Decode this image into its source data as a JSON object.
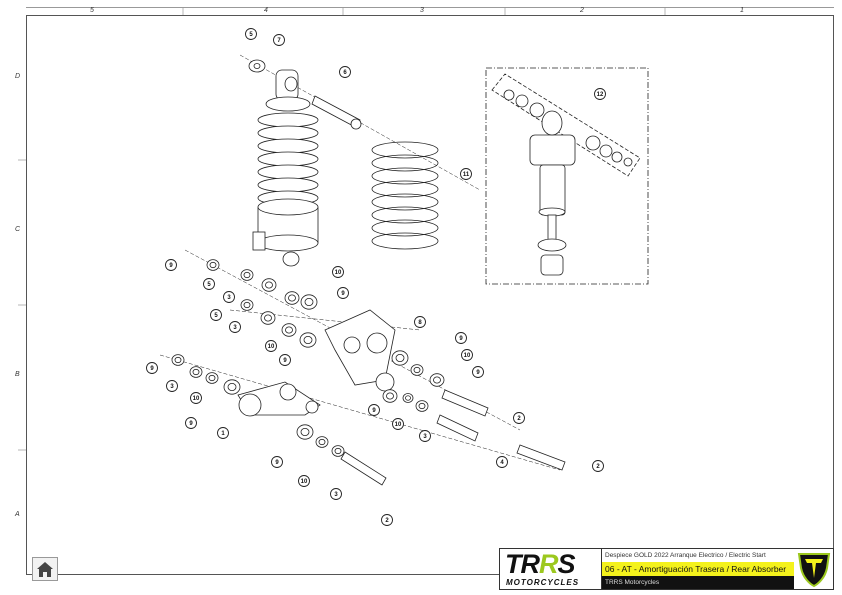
{
  "grid": {
    "columns": [
      "5",
      "4",
      "3",
      "2",
      "1"
    ],
    "rows": [
      "D",
      "C",
      "B",
      "A"
    ]
  },
  "callouts": [
    "5",
    "7",
    "6",
    "12",
    "11",
    "9",
    "5",
    "10",
    "3",
    "9",
    "5",
    "3",
    "8",
    "10",
    "9",
    "9",
    "10",
    "9",
    "3",
    "9",
    "10",
    "9",
    "9",
    "1",
    "10",
    "3",
    "2",
    "9",
    "4",
    "2",
    "10",
    "3",
    "2"
  ],
  "title_block": {
    "logo_main_1": "TR",
    "logo_main_2": "R",
    "logo_main_3": "S",
    "logo_sub": "MOTORCYCLES",
    "line1": "Despiece GOLD 2022 Arranque Electrico / Electric Start",
    "line2": "06 - AT - Amortiguación Trasera / Rear Absorber",
    "line3": "TRRS Motorcycles"
  },
  "colors": {
    "highlight": "#f4f21c",
    "brand_green": "#9cc81e",
    "dark": "#111111"
  },
  "icons": {
    "home": "home-icon",
    "brand": "trrs-shield-icon"
  }
}
